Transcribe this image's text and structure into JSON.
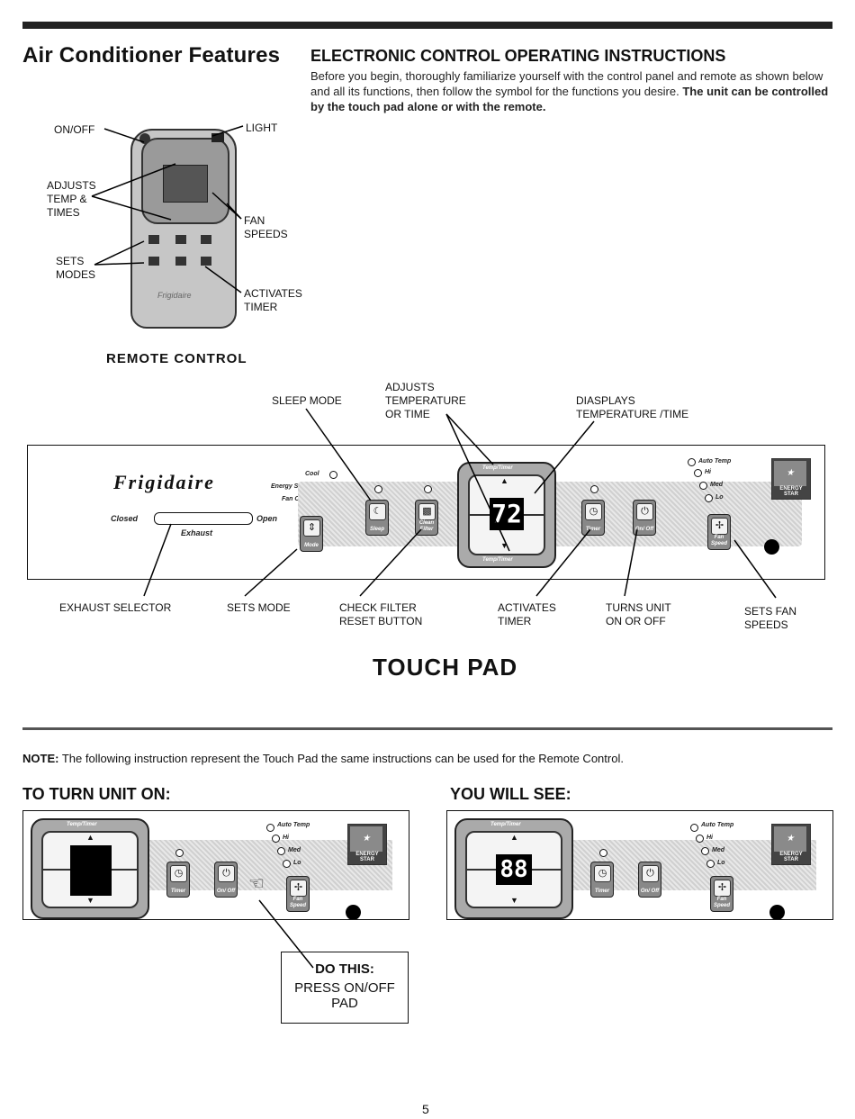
{
  "header": {
    "section_title": "Air Conditioner Features",
    "instructions_title": "ELECTRONIC CONTROL OPERATING INSTRUCTIONS",
    "intro_text": "Before you begin, thoroughly familiarize yourself with the control panel and remote as shown below and all its functions, then follow the symbol for the functions you desire.",
    "intro_bold": "The unit can be controlled by the touch pad alone or with the remote."
  },
  "remote": {
    "caption": "REMOTE CONTROL",
    "labels": {
      "on_off": "ON/OFF",
      "light": "LIGHT",
      "adjusts_1": "ADJUSTS",
      "adjusts_2": "TEMP &",
      "adjusts_3": "TIMES",
      "fan_1": "FAN",
      "fan_2": "SPEEDS",
      "sets_1": "SETS",
      "sets_2": "MODES",
      "timer_1": "ACTIVATES",
      "timer_2": "TIMER"
    },
    "brand": "Frigidaire"
  },
  "touchpad": {
    "caption": "TOUCH PAD",
    "top_labels": {
      "sleep": "SLEEP MODE",
      "adjusts_1": "ADJUSTS",
      "adjusts_2": "TEMPERATURE",
      "adjusts_3": "OR TIME",
      "displays_1": "DIASPLAYS",
      "displays_2": "TEMPERATURE /TIME"
    },
    "bottom_labels": {
      "exhaust": "EXHAUST SELECTOR",
      "mode": "SETS MODE",
      "filter_1": "CHECK FILTER",
      "filter_2": "RESET BUTTON",
      "timer_1": "ACTIVATES",
      "timer_2": "TIMER",
      "onoff_1": "TURNS UNIT",
      "onoff_2": "ON OR OFF",
      "fan_1": "SETS FAN",
      "fan_2": "SPEEDS"
    },
    "brand": "Frigidaire",
    "mode_leds": [
      "Cool",
      "Energy Saver",
      "Fan Only"
    ],
    "fan_leds": [
      "Auto Temp",
      "Hi",
      "Med",
      "Lo"
    ],
    "exhaust_closed": "Closed",
    "exhaust_open": "Open",
    "exhaust_label": "Exhaust",
    "display_value": "72",
    "temp_timer": "Temp/Timer",
    "buttons": {
      "mode": "Mode",
      "sleep": "Sleep",
      "filter": "Clean Filter",
      "timer": "Timer",
      "onoff": "On/ Off",
      "fan": "Fan Speed"
    },
    "energy_star": "ENERGY STAR"
  },
  "note": {
    "bold": "NOTE:",
    "text": "The following instruction represent the Touch Pad the same instructions can be used for the Remote Control."
  },
  "turn_on": {
    "title": "TO TURN UNIT ON:",
    "result_title": "YOU WILL SEE:",
    "do_this": "DO THIS:",
    "press_1": "PRESS ON/OFF",
    "press_2": "PAD",
    "result_display": "88"
  },
  "footer": {
    "page_number": "5"
  }
}
